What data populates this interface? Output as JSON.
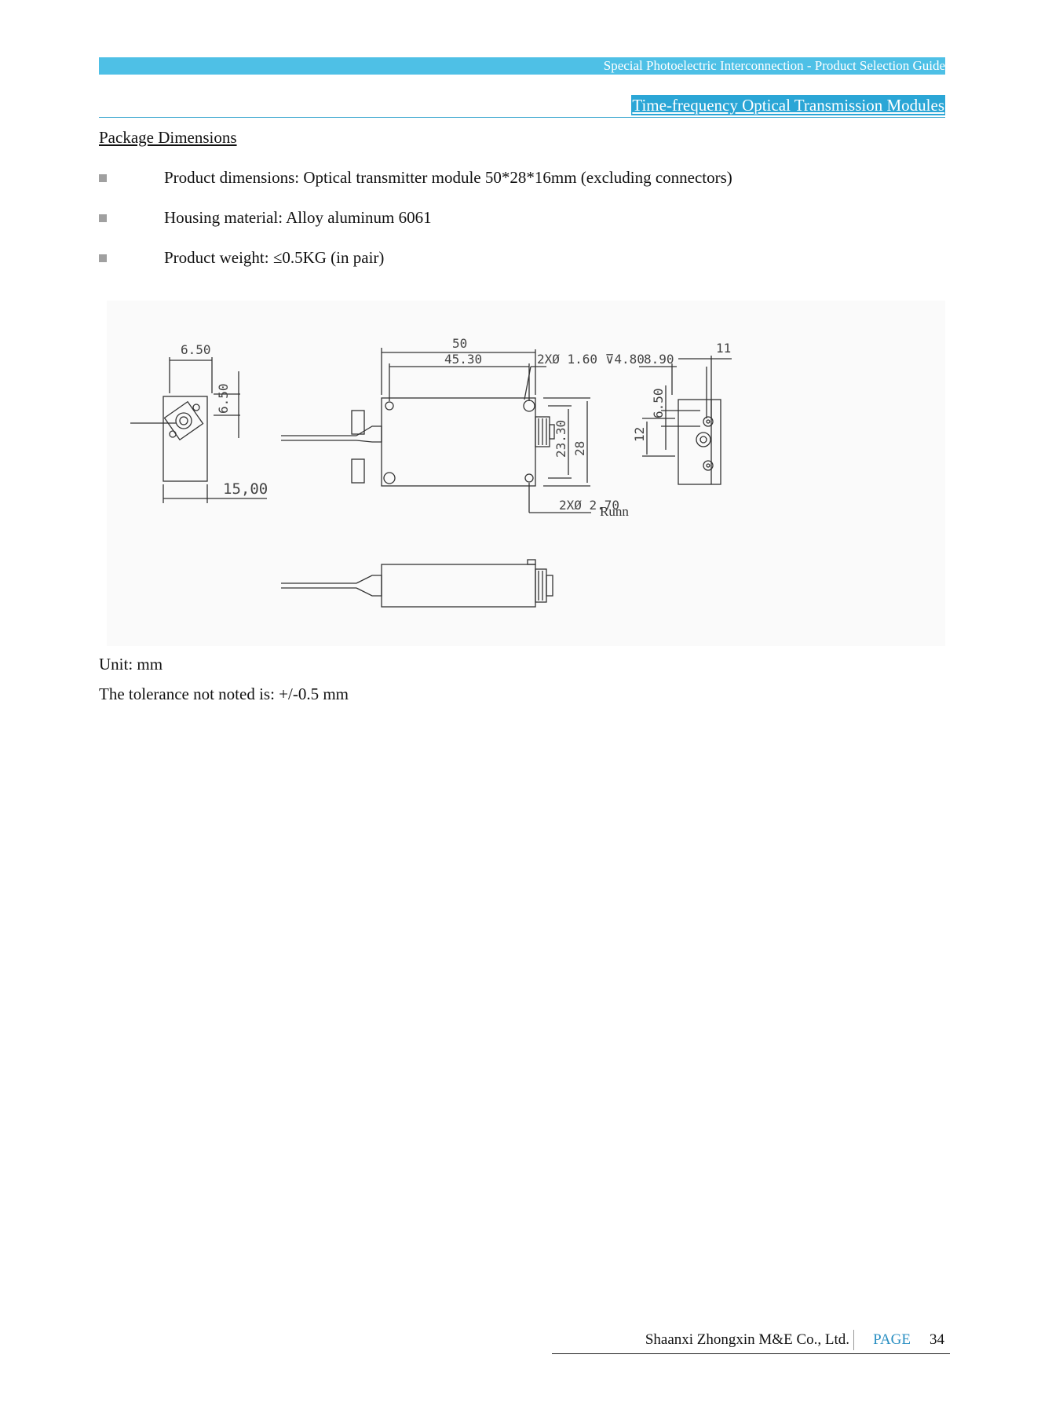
{
  "header": {
    "band_text": "Special Photoelectric Interconnection - Product Selection Guide",
    "section_tag": "Time-frequency Optical Transmission Modules",
    "accent_color": "#4ec0e6"
  },
  "content": {
    "heading": "Package Dimensions",
    "bullets": [
      "Product dimensions: Optical transmitter module 50*28*16mm (excluding connectors)",
      "Housing material: Alloy aluminum 6061",
      "Product weight: ≤0.5KG (in pair)"
    ],
    "drawing_labels": {
      "side_w": "6.50",
      "side_h": "6.50",
      "side_base": "15,00",
      "top_len": "50",
      "top_hole_span": "45.30",
      "top_hole_spec": "2XØ 1.60 ⊽4.80",
      "top_inner_h": "23.30",
      "top_h": "28",
      "bottom_hole_spec": "2XØ 2.70",
      "bottom_note": "Runn",
      "end_w": "11",
      "end_offset": "8.90",
      "end_h": "12",
      "end_hole": "6.50"
    },
    "unit_line": "Unit: mm",
    "tolerance_line": "The tolerance not noted is: +/-0.5 mm"
  },
  "footer": {
    "company": "Shaanxi Zhongxin M&E Co., Ltd.",
    "page_label": "PAGE",
    "page_number": "34"
  }
}
